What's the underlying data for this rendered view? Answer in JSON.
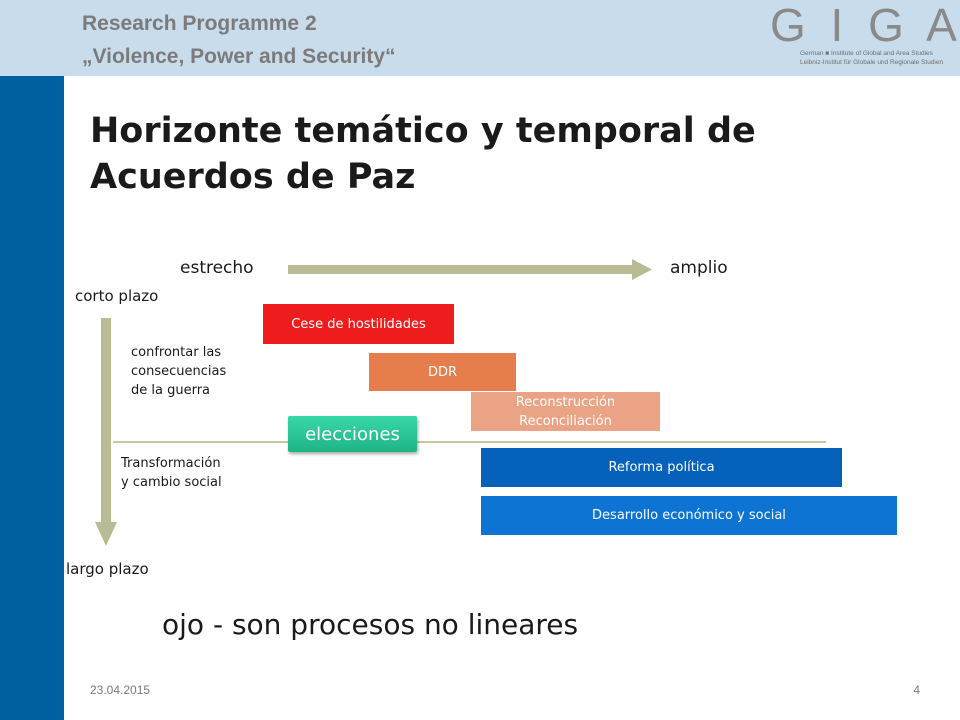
{
  "header": {
    "programme_title": "Research Programme 2",
    "programme_subtitle": "„Violence, Power and Security“",
    "logo": {
      "letters": "G I G A",
      "line1": "German ■ Institute of Global and Area Studies",
      "line2": "Leibniz-Institut für Globale und Regionale Studien"
    }
  },
  "slide": {
    "title": "Horizonte temático y temporal de Acuerdos de Paz",
    "footer_date": "23.04.2015",
    "page_number": "4"
  },
  "diagram": {
    "axis_narrow": "estrecho",
    "axis_wide": "amplio",
    "axis_short_term": "corto plazo",
    "axis_long_term": "largo plazo",
    "zone_upper": "confrontar las consecuencias de la guerra",
    "zone_upper_lines": [
      "confrontar las",
      "consecuencias",
      "de la guerra"
    ],
    "zone_lower_lines": [
      "Transformación",
      "y cambio social"
    ],
    "boxes": [
      {
        "label_lines": [
          "Cese de hostilidades"
        ],
        "color": "#ee1c1c"
      },
      {
        "label_lines": [
          "DDR"
        ],
        "color": "#e57e4c"
      },
      {
        "label_lines": [
          "Reconstrucción",
          "Reconciliación"
        ],
        "color": "#eba385"
      },
      {
        "label_lines": [
          "elecciones"
        ],
        "color": "#22c393"
      },
      {
        "label_lines": [
          "Reforma política"
        ],
        "color": "#0561b9"
      },
      {
        "label_lines": [
          "Desarrollo económico y social"
        ],
        "color": "#0d74d4"
      }
    ],
    "note": "ojo - son procesos no lineares"
  },
  "colors": {
    "header_band": "#c9dcec",
    "left_bar": "#0061a1",
    "arrow": "#b8bb94"
  }
}
